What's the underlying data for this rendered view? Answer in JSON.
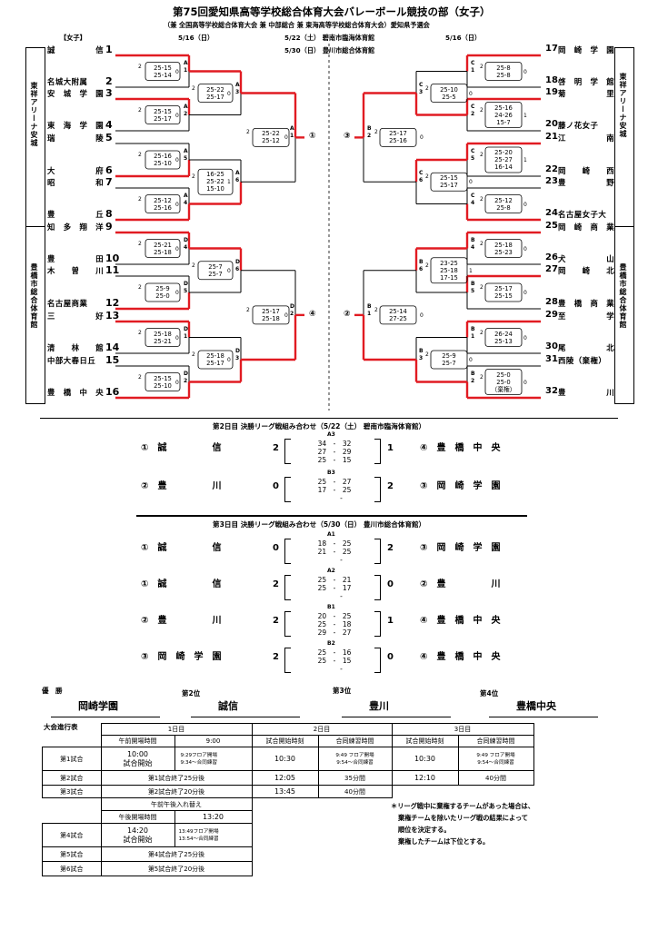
{
  "header": {
    "title": "第75回愛知県高等学校総合体育大会バレーボール競技の部（女子）",
    "subtitle": "（兼 全国高等学校総合体育大会 兼 中部総合 兼 東海高等学校総合体育大会）愛知県予選会",
    "gender_tag": "【女子】",
    "date_left": "5/16（日）",
    "date_center1": "5/22（土） 碧南市臨海体育館",
    "date_center2": "5/30（日） 豊川市総合体育館",
    "date_right": "5/16（日）"
  },
  "venues": {
    "left_top": "東祥アリーナ安城",
    "left_bottom": "豊橋市総合体育館",
    "right_top": "東祥アリーナ安城",
    "right_bottom": "豊橋市総合体育館"
  },
  "left_teams": [
    {
      "name": "誠　　　　　信",
      "seed": "1"
    },
    {
      "name": "名城大附属",
      "seed": "2"
    },
    {
      "name": "安　城　学　園",
      "seed": "3"
    },
    {
      "name": "東　海　学　園",
      "seed": "4"
    },
    {
      "name": "瑞　　　　　陵",
      "seed": "5"
    },
    {
      "name": "大　　　　　府",
      "seed": "6"
    },
    {
      "name": "昭　　　　　和",
      "seed": "7"
    },
    {
      "name": "豊　　　　　丘",
      "seed": "8"
    },
    {
      "name": "知　多　翔　洋",
      "seed": "9"
    },
    {
      "name": "豊　　　　　田",
      "seed": "10"
    },
    {
      "name": "木　　曽　　川",
      "seed": "11"
    },
    {
      "name": "名古屋商業",
      "seed": "12"
    },
    {
      "name": "三　　　　　好",
      "seed": "13"
    },
    {
      "name": "清　　林　　館",
      "seed": "14"
    },
    {
      "name": "中部大春日丘",
      "seed": "15"
    },
    {
      "name": "豊　橋　中　央",
      "seed": "16"
    }
  ],
  "right_teams": [
    {
      "name": "岡　崎　学　園",
      "seed": "17"
    },
    {
      "name": "啓　明　学　館",
      "seed": "18"
    },
    {
      "name": "菊　　　　　里",
      "seed": "19"
    },
    {
      "name": "藤ノ花女子",
      "seed": "20"
    },
    {
      "name": "江　　　　　南",
      "seed": "21"
    },
    {
      "name": "岡　　崎　　西",
      "seed": "22"
    },
    {
      "name": "豊　　　　　野",
      "seed": "23"
    },
    {
      "name": "名古屋女子大",
      "seed": "24"
    },
    {
      "name": "岡　崎　商　業",
      "seed": "25"
    },
    {
      "name": "犬　　　　　山",
      "seed": "26"
    },
    {
      "name": "岡　　崎　　北",
      "seed": "27"
    },
    {
      "name": "豊　橋　商　業",
      "seed": "28"
    },
    {
      "name": "至　　　　　学",
      "seed": "29"
    },
    {
      "name": "尾　　　　　北",
      "seed": "30"
    },
    {
      "name": "西陵（棄権）",
      "seed": "31"
    },
    {
      "name": "豊　　　　　川",
      "seed": "32"
    }
  ],
  "left_matches": [
    {
      "scores": "25-15\n25-14",
      "w": "2",
      "l": "0",
      "court": "A",
      "game": "1"
    },
    {
      "scores": "25-15\n25-17",
      "w": "2",
      "l": "0",
      "court": "A",
      "game": "2"
    },
    {
      "scores": "25-16\n25-10",
      "w": "2",
      "l": "0",
      "court": "A",
      "game": "5"
    },
    {
      "scores": "25-12\n25-16",
      "w": "2",
      "l": "0",
      "court": "A",
      "game": "4"
    },
    {
      "scores": "25-21\n25-18",
      "w": "2",
      "l": "0",
      "court": "D",
      "game": "4"
    },
    {
      "scores": "25-9\n25-0",
      "w": "2",
      "l": "0",
      "court": "D",
      "game": "5"
    },
    {
      "scores": "25-18\n25-21",
      "w": "2",
      "l": "0",
      "court": "D",
      "game": "1"
    },
    {
      "scores": "25-15\n25-10",
      "w": "2",
      "l": "0",
      "court": "D",
      "game": "2"
    }
  ],
  "left_r2": [
    {
      "scores": "25-22\n25-17",
      "w": "2",
      "l": "0",
      "court": "A",
      "game": "3"
    },
    {
      "scores": "16-25\n25-22\n15-10",
      "w": "2",
      "l": "1",
      "court": "A",
      "game": "6"
    },
    {
      "scores": "25-7\n25-7",
      "w": "2",
      "l": "0",
      "court": "D",
      "game": "6"
    },
    {
      "scores": "25-18\n25-17",
      "w": "2",
      "l": "0",
      "court": "D",
      "game": "3"
    }
  ],
  "left_r3": [
    {
      "scores": "25-22\n25-12",
      "w": "2",
      "l": "0",
      "court": "A",
      "game": "1",
      "mark": "①"
    },
    {
      "scores": "25-17\n25-18",
      "w": "2",
      "l": "0",
      "court": "D",
      "game": "2",
      "mark": "④"
    }
  ],
  "right_matches": [
    {
      "scores": "25-8\n25-8",
      "w": "2",
      "l": "0",
      "court": "C",
      "game": "1"
    },
    {
      "scores": "25-16\n24-26\n15-7",
      "w": "2",
      "l": "1",
      "court": "C",
      "game": "2"
    },
    {
      "scores": "25-20\n25-27\n16-14",
      "w": "2",
      "l": "1",
      "court": "C",
      "game": "5"
    },
    {
      "scores": "25-12\n25-8",
      "w": "2",
      "l": "0",
      "court": "C",
      "game": "4"
    },
    {
      "scores": "25-18\n25-23",
      "w": "2",
      "l": "0",
      "court": "B",
      "game": "4"
    },
    {
      "scores": "25-17\n25-15",
      "w": "2",
      "l": "0",
      "court": "B",
      "game": "5"
    },
    {
      "scores": "26-24\n25-13",
      "w": "2",
      "l": "0",
      "court": "B",
      "game": "1"
    },
    {
      "scores": "25-0\n25-0\n（棄権）",
      "w": "2",
      "l": "0",
      "court": "B",
      "game": "2"
    }
  ],
  "right_r2": [
    {
      "scores": "25-10\n25-5",
      "w": "2",
      "l": "0",
      "court": "C",
      "game": "3"
    },
    {
      "scores": "25-15\n25-17",
      "w": "2",
      "l": "0",
      "court": "C",
      "game": "6"
    },
    {
      "scores": "23-25\n25-18\n17-15",
      "w": "2",
      "l": "1",
      "court": "B",
      "game": "6"
    },
    {
      "scores": "25-9\n25-7",
      "w": "2",
      "l": "0",
      "court": "B",
      "game": "3"
    }
  ],
  "right_r3": [
    {
      "scores": "25-17\n25-16",
      "w": "2",
      "l": "0",
      "court": "B",
      "game": "2",
      "mark": "③"
    },
    {
      "scores": "25-14\n27-25",
      "w": "2",
      "l": "0",
      "court": "B",
      "game": "1",
      "mark": "②"
    }
  ],
  "league_day2": {
    "title": "第2日目 決勝リーグ戦組み合わせ（5/22（土） 碧南市臨海体育館）",
    "matches": [
      {
        "court": "A3",
        "left": "①　誠　　　　　信",
        "ls": "2",
        "sets": "34　-　32\n27　-　29\n25　-　15",
        "rs": "1",
        "right": "④　豊　橋　中　央"
      },
      {
        "court": "B3",
        "left": "②　豊　　　　　川",
        "ls": "0",
        "sets": "25　-　27\n17　-　25\n　　-",
        "rs": "2",
        "right": "③　岡　崎　学　園"
      }
    ]
  },
  "league_day3": {
    "title": "第3日目 決勝リーグ戦組み合わせ（5/30（日） 豊川市総合体育館）",
    "matches": [
      {
        "court": "A1",
        "left": "①　誠　　　　　信",
        "ls": "0",
        "sets": "18　-　25\n21　-　25\n　　-",
        "rs": "2",
        "right": "③　岡　崎　学　園"
      },
      {
        "court": "A2",
        "left": "①　誠　　　　　信",
        "ls": "2",
        "sets": "25　-　21\n25　-　17\n　　-",
        "rs": "0",
        "right": "②　豊　　　　　川"
      },
      {
        "court": "B1",
        "left": "②　豊　　　　　川",
        "ls": "2",
        "sets": "20　-　25\n25　-　18\n29　-　27",
        "rs": "1",
        "right": "④　豊　橋　中　央"
      },
      {
        "court": "B2",
        "left": "③　岡　崎　学　園",
        "ls": "2",
        "sets": "25　-　16\n25　-　15\n　　-",
        "rs": "0",
        "right": "④　豊　橋　中　央"
      }
    ]
  },
  "ranking": [
    {
      "label": "優　勝",
      "team": "岡崎学園"
    },
    {
      "label": "第2位",
      "team": "誠信"
    },
    {
      "label": "第3位",
      "team": "豊川"
    },
    {
      "label": "第4位",
      "team": "豊橋中央"
    }
  ],
  "schedule": {
    "label": "大会進行表",
    "day1": "1日目",
    "day2": "2日目",
    "day3": "3日目",
    "am_open": "午前開場時間",
    "am_open_time": "9:00",
    "start_d2": "試合開始時刻",
    "practice_d2": "合同練習時間",
    "start_d3": "試合開始時刻",
    "practice_d3": "合同練習時間",
    "g1": "第1試合",
    "g1_time": "10:00\n試合開始",
    "g1_note": "9:29フロア開場\n9:34～合同練習",
    "g1_d2": "10:30",
    "g1_d2_note": "9:49 フロア開場\n9:54～合同練習",
    "g1_d3": "10:30",
    "g1_d3_note": "9:49 フロア開場\n9:54～合同練習",
    "g2": "第2試合",
    "g2_time": "第1試合終了25分後",
    "g2_d2": "12:05",
    "g2_d2_note": "35分間",
    "g2_d3": "12:10",
    "g2_d3_note": "40分間",
    "g3": "第3試合",
    "g3_time": "第2試合終了20分後",
    "g3_d2": "13:45",
    "g3_d2_note": "40分間",
    "swap": "午前午後入れ替え",
    "pm_open": "午後開場時間",
    "pm_open_time": "13:20",
    "g4": "第4試合",
    "g4_time": "14:20\n試合開始",
    "g4_note": "13:49フロア開場\n13:54～合同練習",
    "g5": "第5試合",
    "g5_time": "第4試合終了25分後",
    "g6": "第6試合",
    "g6_time": "第5試合終了20分後"
  },
  "note": {
    "line1": "＊リーグ戦中に棄権するチームがあった場合は、",
    "line2": "棄権チームを除いたリーグ戦の結果によって",
    "line3": "順位を決定する。",
    "line4": "棄権したチームは下位とする。"
  },
  "colors": {
    "winner_line": "#e11b22",
    "line": "#000000"
  }
}
